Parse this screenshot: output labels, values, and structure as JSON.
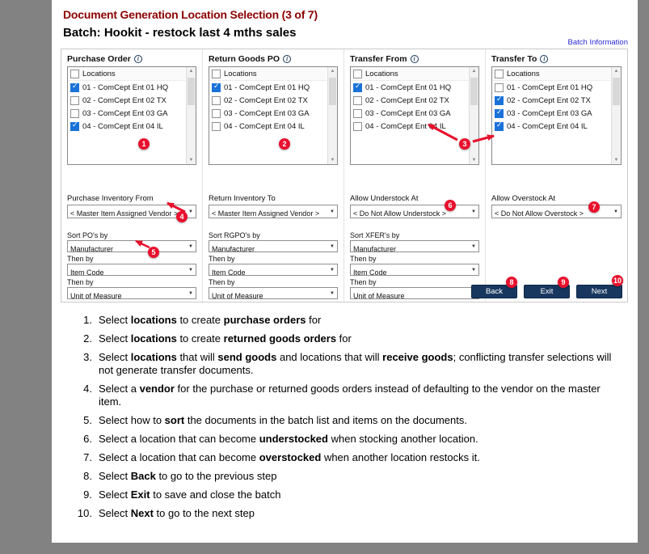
{
  "page": {
    "title": "Document Generation Location Selection (3 of 7)",
    "batch_title": "Batch: Hookit - restock last 4 mths sales",
    "batch_info_link": "Batch Information"
  },
  "colors": {
    "title-maroon": "#8b0000",
    "link-blue": "#2b2bd5",
    "callout-red": "#e8112d",
    "button-navy": "#17375e",
    "checkbox-blue": "#1a72d8"
  },
  "list_header": "Locations",
  "locations": [
    "01 - ComCept Ent 01 HQ",
    "02 - ComCept Ent 02 TX",
    "03 - ComCept Ent 03 GA",
    "04 - ComCept Ent 04 IL"
  ],
  "columns": [
    {
      "id": "purchase-order",
      "header": "Purchase Order",
      "checked": [
        true,
        false,
        false,
        true
      ],
      "select_label": "Purchase Inventory From",
      "select_value": "< Master Item Assigned Vendor >",
      "sort_label": "Sort PO's by",
      "then_by": "Then by",
      "sort_values": [
        "Manufacturer",
        "Item Code",
        "Unit of Measure"
      ]
    },
    {
      "id": "return-goods-po",
      "header": "Return Goods PO",
      "checked": [
        true,
        false,
        false,
        false
      ],
      "select_label": "Return Inventory To",
      "select_value": "< Master Item Assigned Vendor >",
      "sort_label": "Sort RGPO's by",
      "then_by": "Then by",
      "sort_values": [
        "Manufacturer",
        "Item Code",
        "Unit of Measure"
      ]
    },
    {
      "id": "transfer-from",
      "header": "Transfer From",
      "checked": [
        true,
        false,
        false,
        false
      ],
      "select_label": "Allow Understock At",
      "select_value": "< Do Not Allow Understock >",
      "sort_label": "Sort XFER's by",
      "then_by": "Then by",
      "sort_values": [
        "Manufacturer",
        "Item Code",
        "Unit of Measure"
      ]
    },
    {
      "id": "transfer-to",
      "header": "Transfer To",
      "checked": [
        false,
        true,
        true,
        true
      ],
      "select_label": "Allow Overstock At",
      "select_value": "< Do Not Allow Overstock >",
      "sort_label": null,
      "then_by": null,
      "sort_values": []
    }
  ],
  "buttons": [
    {
      "id": "back",
      "label": "Back"
    },
    {
      "id": "exit",
      "label": "Exit"
    },
    {
      "id": "next",
      "label": "Next"
    }
  ],
  "callouts": [
    "1",
    "2",
    "3",
    "4",
    "5",
    "6",
    "7",
    "8",
    "9",
    "10"
  ],
  "instructions": [
    {
      "num": "1.",
      "segments": [
        [
          "Select ",
          0
        ],
        [
          "locations",
          1
        ],
        [
          " to create ",
          0
        ],
        [
          "purchase orders",
          1
        ],
        [
          " for",
          0
        ]
      ]
    },
    {
      "num": "2.",
      "segments": [
        [
          "Select ",
          0
        ],
        [
          "locations",
          1
        ],
        [
          " to create ",
          0
        ],
        [
          "returned goods orders",
          1
        ],
        [
          " for",
          0
        ]
      ]
    },
    {
      "num": "3.",
      "segments": [
        [
          "Select ",
          0
        ],
        [
          "locations",
          1
        ],
        [
          " that will ",
          0
        ],
        [
          "send goods",
          1
        ],
        [
          " and locations that will ",
          0
        ],
        [
          "receive goods",
          1
        ],
        [
          "; conflicting transfer selections will not generate transfer documents.",
          0
        ]
      ]
    },
    {
      "num": "4.",
      "segments": [
        [
          "Select a ",
          0
        ],
        [
          "vendor",
          1
        ],
        [
          " for the purchase or returned goods orders instead of defaulting to the vendor on the master item.",
          0
        ]
      ]
    },
    {
      "num": "5.",
      "segments": [
        [
          "Select how to ",
          0
        ],
        [
          "sort",
          1
        ],
        [
          " the documents in the batch list and items on the documents.",
          0
        ]
      ]
    },
    {
      "num": "6.",
      "segments": [
        [
          "Select a location that can become ",
          0
        ],
        [
          "understocked",
          1
        ],
        [
          " when stocking another location.",
          0
        ]
      ]
    },
    {
      "num": "7.",
      "segments": [
        [
          "Select a location that can become ",
          0
        ],
        [
          "overstocked",
          1
        ],
        [
          " when another location restocks it.",
          0
        ]
      ]
    },
    {
      "num": "8.",
      "segments": [
        [
          "Select ",
          0
        ],
        [
          "Back",
          1
        ],
        [
          " to go to the previous step",
          0
        ]
      ]
    },
    {
      "num": "9.",
      "segments": [
        [
          "Select ",
          0
        ],
        [
          "Exit",
          1
        ],
        [
          " to save and close the batch",
          0
        ]
      ]
    },
    {
      "num": "10.",
      "segments": [
        [
          "Select ",
          0
        ],
        [
          "Next",
          1
        ],
        [
          " to go to the next step",
          0
        ]
      ]
    }
  ]
}
